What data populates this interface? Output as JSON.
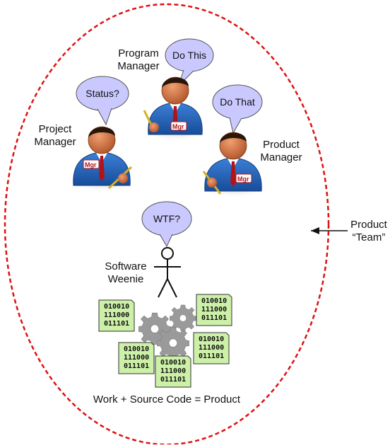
{
  "colors": {
    "boundary": "#e01010",
    "bubble": "#c9c9ff",
    "jacket": "#1f5fb8",
    "paper": "#ccf0a8",
    "gear": "#9a9a9a"
  },
  "managers": [
    {
      "label_line1": "Program",
      "label_line2": "Manager",
      "bubble": "Do This",
      "badge": "Mgr"
    },
    {
      "label_line1": "Project",
      "label_line2": "Manager",
      "bubble": "Status?",
      "badge": "Mgr"
    },
    {
      "label_line1": "Product",
      "label_line2": "Manager",
      "bubble": "Do That",
      "badge": "Mgr"
    }
  ],
  "engineer": {
    "label_line1": "Software",
    "label_line2": "Weenie",
    "bubble": "WTF?"
  },
  "team_label": {
    "line1": "Product",
    "line2": "“Team”"
  },
  "code_docs": [
    {
      "lines": [
        "010010",
        "111000",
        "011101"
      ]
    },
    {
      "lines": [
        "010010",
        "111000",
        "011101"
      ]
    },
    {
      "lines": [
        "010010",
        "111000",
        "011101"
      ]
    },
    {
      "lines": [
        "010010",
        "111000",
        "011101"
      ]
    },
    {
      "lines": [
        "010010",
        "111000",
        "011101"
      ]
    }
  ],
  "equation": "Work + Source Code = Product",
  "icons": [
    "manager-person-icon",
    "stick-figure-icon",
    "gear-icon",
    "code-document-icon",
    "arrow-left-icon"
  ]
}
